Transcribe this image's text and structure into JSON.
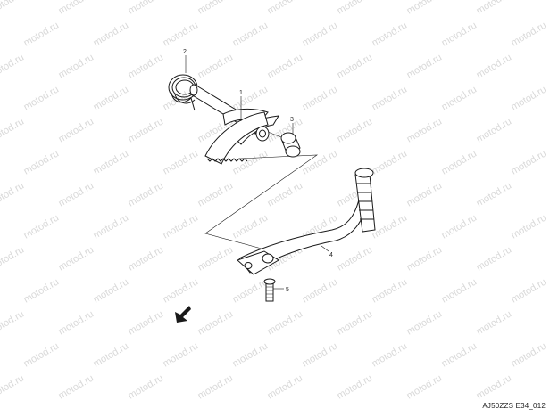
{
  "diagram": {
    "callouts": [
      "1",
      "2",
      "3",
      "4",
      "5"
    ],
    "drawing_code": "AJ50ZZS E34_012",
    "watermark": "motod.ru",
    "front_arrow_icon": "arrow-down-left-icon",
    "line_color": "#1a1a1a",
    "watermark_color": "#d9d9d9"
  }
}
